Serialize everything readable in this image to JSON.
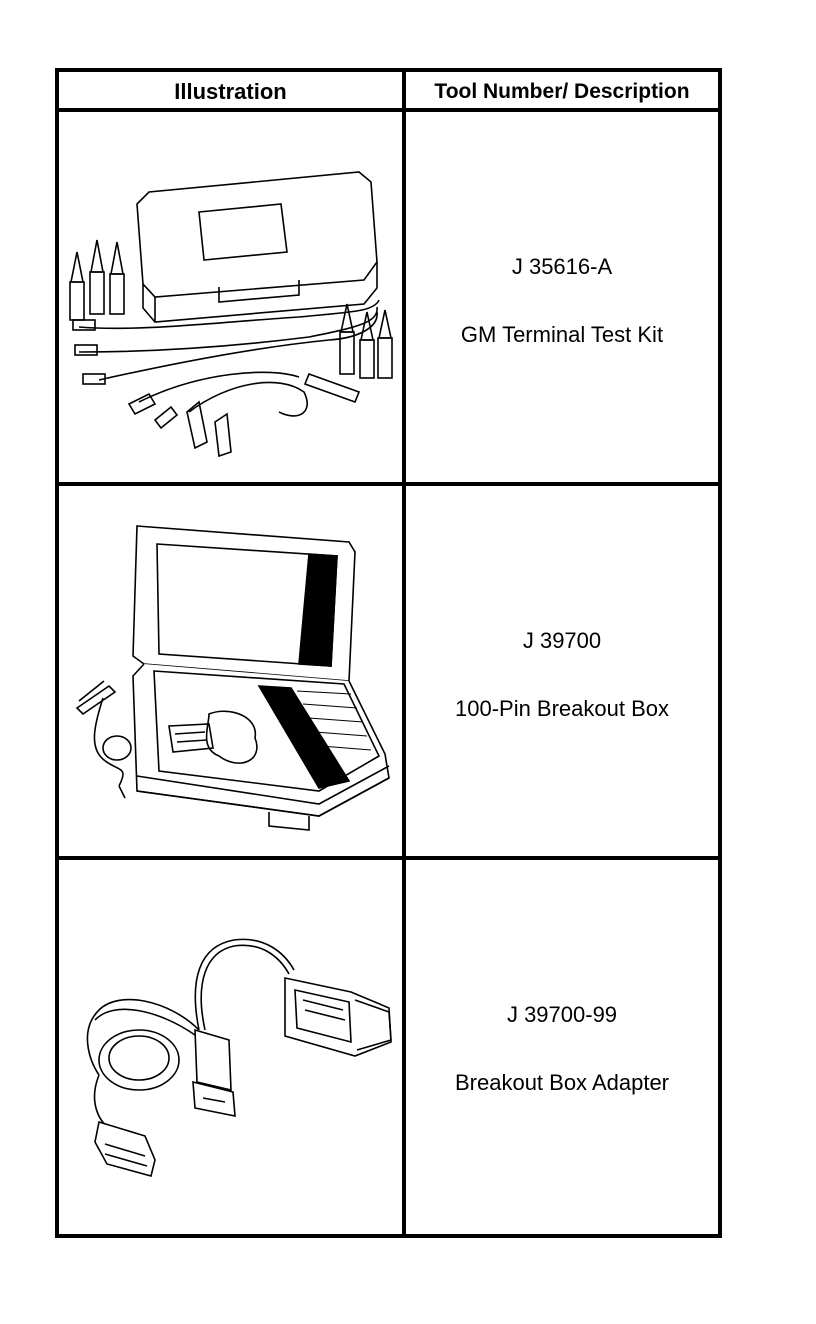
{
  "table": {
    "headers": {
      "illustration": "Illustration",
      "tool": "Tool Number/ Description"
    },
    "rows": [
      {
        "tool_number": "J 35616-A",
        "description": "GM Terminal Test Kit",
        "illustration_icon": "terminal-test-kit-icon"
      },
      {
        "tool_number": "J 39700",
        "description": "100-Pin Breakout Box",
        "illustration_icon": "breakout-box-icon"
      },
      {
        "tool_number": "J 39700-99",
        "description": "Breakout Box Adapter",
        "illustration_icon": "breakout-adapter-icon"
      }
    ]
  }
}
